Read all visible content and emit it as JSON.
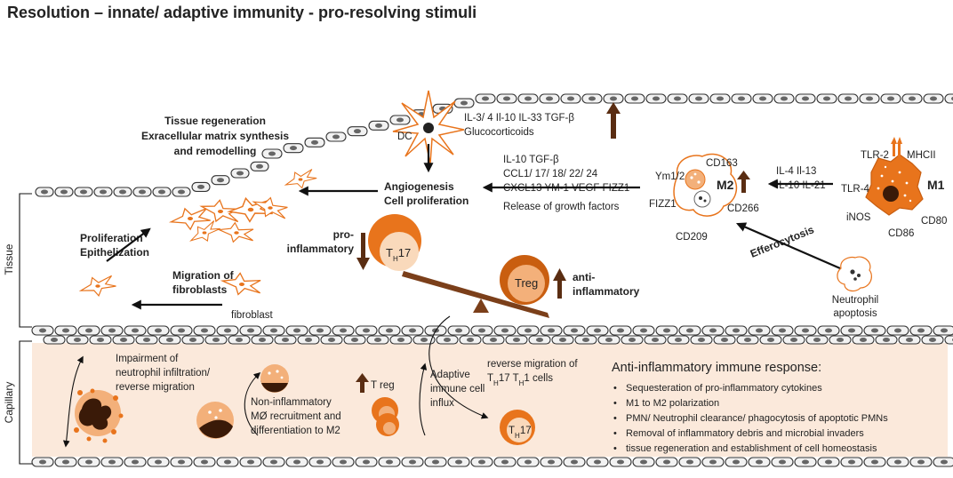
{
  "title": "Resolution – innate/ adaptive immunity - pro-resolving stimuli",
  "side_labels": {
    "tissue": "Tissue",
    "capillary": "Capillary"
  },
  "tissue_regeneration": [
    "Tissue regeneration",
    "Exracellular matrix synthesis",
    "and remodelling"
  ],
  "dc": {
    "label": "DC",
    "cytokines_line1": "IL-3/ 4 Il-10 IL-33 TGF-β",
    "cytokines_line2": "Glucocorticoids"
  },
  "m2": {
    "label": "M2",
    "markers": {
      "cd163": "CD163",
      "ym": "Ym1/2",
      "fizz": "FIZZ1",
      "cd266": "CD266",
      "cd209": "CD209"
    },
    "factors": [
      "IL-10 TGF-β",
      "CCL1/ 17/ 18/ 22/ 24",
      "CXCL13 YM-1 VEGF FIZZ1"
    ],
    "release": "Release of growth factors"
  },
  "m1": {
    "label": "M1",
    "markers": {
      "tlr2": "TLR-2",
      "mhcii": "MHCII",
      "tlr4": "TLR-4",
      "inos": "iNOS",
      "cd80": "CD80",
      "cd86": "CD86"
    },
    "cytokines": [
      "IL-4 Il-13",
      "IL-10 IL-21"
    ]
  },
  "angiogenesis": [
    "Angiogenesis",
    "Cell proliferation"
  ],
  "proliferation": [
    "Proliferation",
    "Epithelization"
  ],
  "migration": [
    "Migration of",
    "fibroblasts"
  ],
  "fibroblast": "fibroblast",
  "balance": {
    "pro": [
      "pro-",
      "inflammatory"
    ],
    "anti": [
      "anti-",
      "inflammatory"
    ],
    "th17": "TH17",
    "treg": "Treg"
  },
  "efferocytosis": "Efferocytosis",
  "neutrophil": [
    "Neutrophil",
    "apoptosis"
  ],
  "capillary": {
    "impairment": [
      "Impairment of",
      "neutrophil infiltration/",
      "reverse migration"
    ],
    "non_inflammatory": [
      "Non-inflammatory",
      "MØ recruitment and",
      "differentiation to M2"
    ],
    "treg": "T reg",
    "adaptive": [
      "Adaptive",
      "immune cell",
      "influx"
    ],
    "reverse_migration": [
      "reverse migration of",
      "TH17 TH1 cells"
    ],
    "th17": "TH17"
  },
  "response": {
    "heading": "Anti-inflammatory immune response:",
    "items": [
      "Sequesteration of pro-inflammatory cytokines",
      "M1 to M2 polarization",
      "PMN/ Neutrophil clearance/ phagocytosis of apoptotic PMNs",
      "Removal of inflammatory debris and microbial invaders",
      "tissue regeneration and establishment of cell homeostasis"
    ]
  },
  "colors": {
    "orange": "#e8741c",
    "light_orange": "#f3b07a",
    "peach": "#f9d9bb",
    "capillary_bg": "#fbe9db",
    "brown": "#5a2d12",
    "balance_beam": "#7b3f1a"
  }
}
